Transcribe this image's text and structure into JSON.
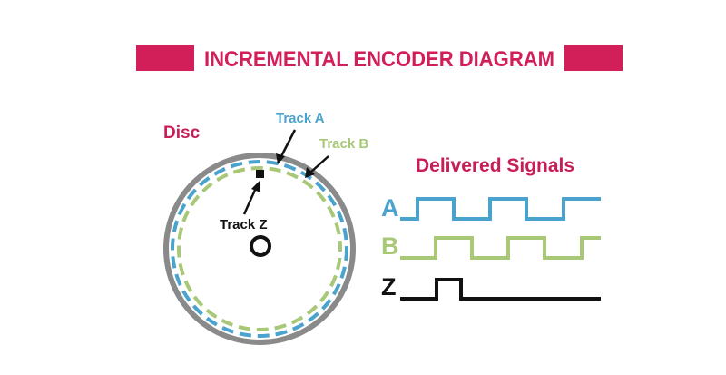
{
  "title": "INCREMENTAL ENCODER DIAGRAM",
  "disc": {
    "label": "Disc",
    "tracks": [
      {
        "key": "track-a",
        "label": "Track A"
      },
      {
        "key": "track-b",
        "label": "Track B"
      },
      {
        "key": "track-z",
        "label": "Track Z"
      }
    ]
  },
  "signals": {
    "heading": "Delivered Signals",
    "rows": [
      {
        "key": "a",
        "label": "A"
      },
      {
        "key": "b",
        "label": "B"
      },
      {
        "key": "z",
        "label": "Z"
      }
    ]
  },
  "colors": {
    "banner": "#d21f59",
    "heading": "#c81d55",
    "track_a": "#4aa3cc",
    "track_b": "#a8c878",
    "track_z": "#111111",
    "disc_rim": "#8a8a8a"
  }
}
